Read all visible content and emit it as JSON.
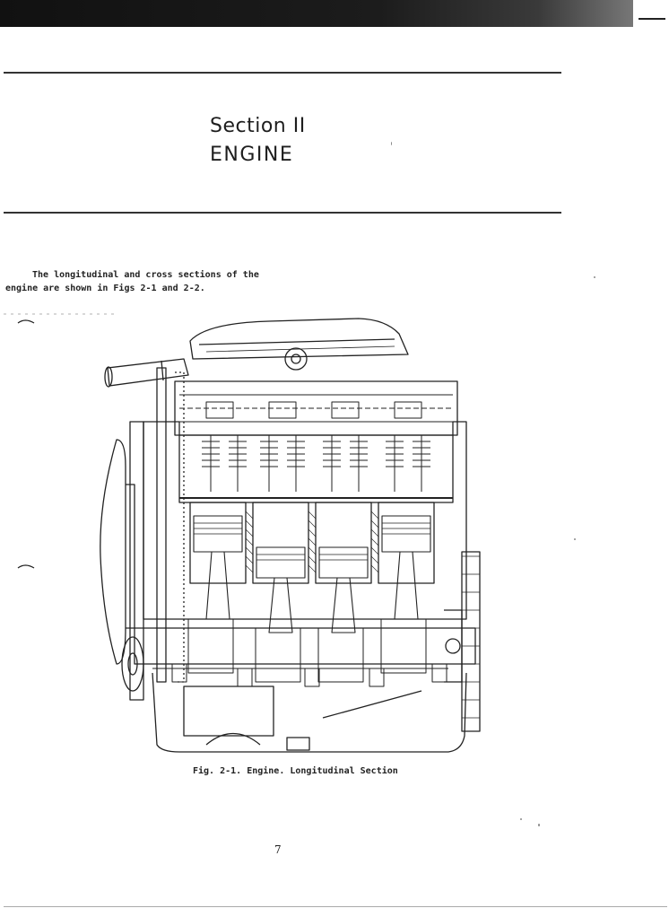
{
  "header": {
    "section_label": "Section II",
    "section_title": "ENGINE"
  },
  "intro": {
    "line1": "The longitudinal and cross sections of the",
    "line2": "engine are shown in Figs 2-1 and 2-2."
  },
  "figure": {
    "caption": "Fig. 2-1. Engine. Longitudinal Section"
  },
  "footer": {
    "page_number": "7"
  }
}
